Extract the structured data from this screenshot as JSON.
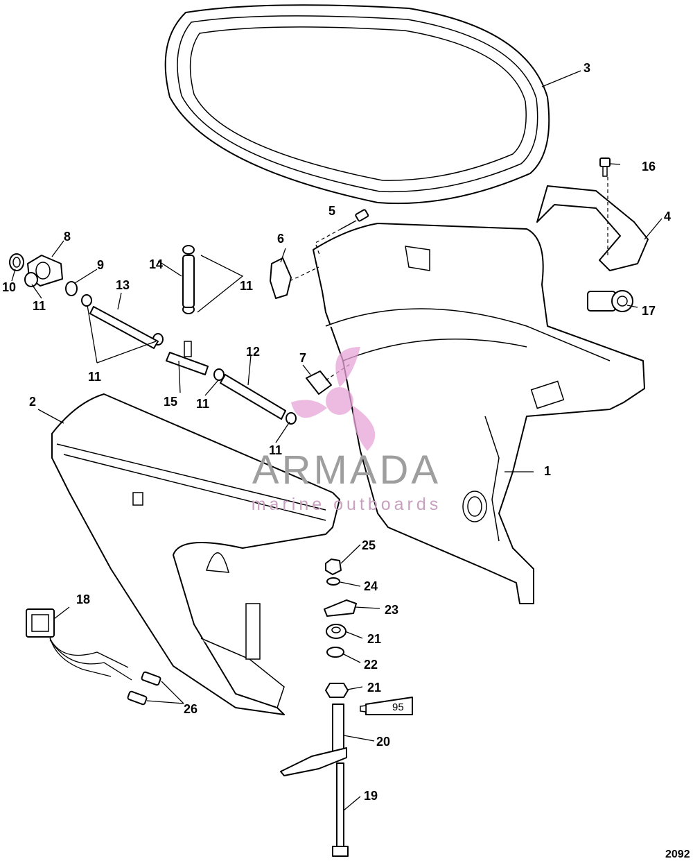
{
  "diagram": {
    "callouts": [
      "1",
      "2",
      "3",
      "4",
      "5",
      "6",
      "7",
      "8",
      "9",
      "10",
      "11",
      "12",
      "13",
      "14",
      "15",
      "16",
      "17",
      "18",
      "19",
      "20",
      "21",
      "22",
      "23",
      "24",
      "25",
      "26"
    ],
    "tube_label": "95",
    "sheet_number": "2092"
  },
  "watermark": {
    "title": "ARMADA",
    "subtitle": "marine outboards",
    "colors": {
      "logo": "#e8a5d8",
      "title": "#9e9e9e",
      "subtitle": "#c8a0c0"
    }
  }
}
